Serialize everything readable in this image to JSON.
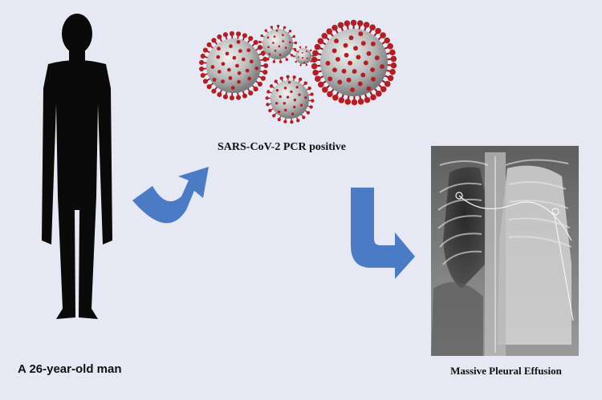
{
  "patient": {
    "caption": "A 26-year-old man",
    "icon": "person-silhouette-icon"
  },
  "virus": {
    "caption": "SARS-CoV-2 PCR positive",
    "icon": "coronavirus-icon",
    "color_spike": "#b01f24"
  },
  "xray": {
    "caption": "Massive Pleural Effusion"
  },
  "arrows": {
    "color": "#4a7bc4"
  },
  "colors": {
    "background": "#e6e8f3"
  }
}
